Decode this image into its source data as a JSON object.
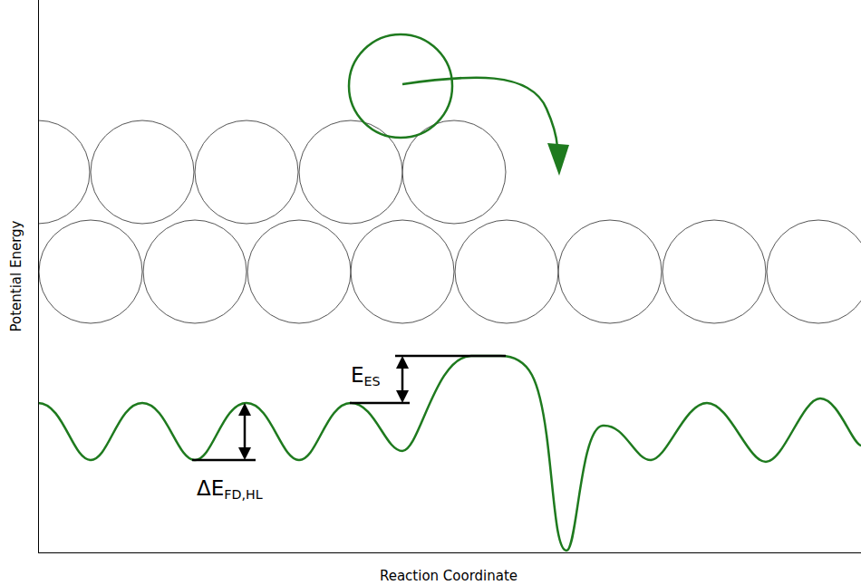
{
  "diagram": {
    "labels": [
      "Potential Energy",
      "Reaction Coordinate",
      "E",
      "ES",
      "ΔE",
      "FD,HL"
    ]
  }
}
